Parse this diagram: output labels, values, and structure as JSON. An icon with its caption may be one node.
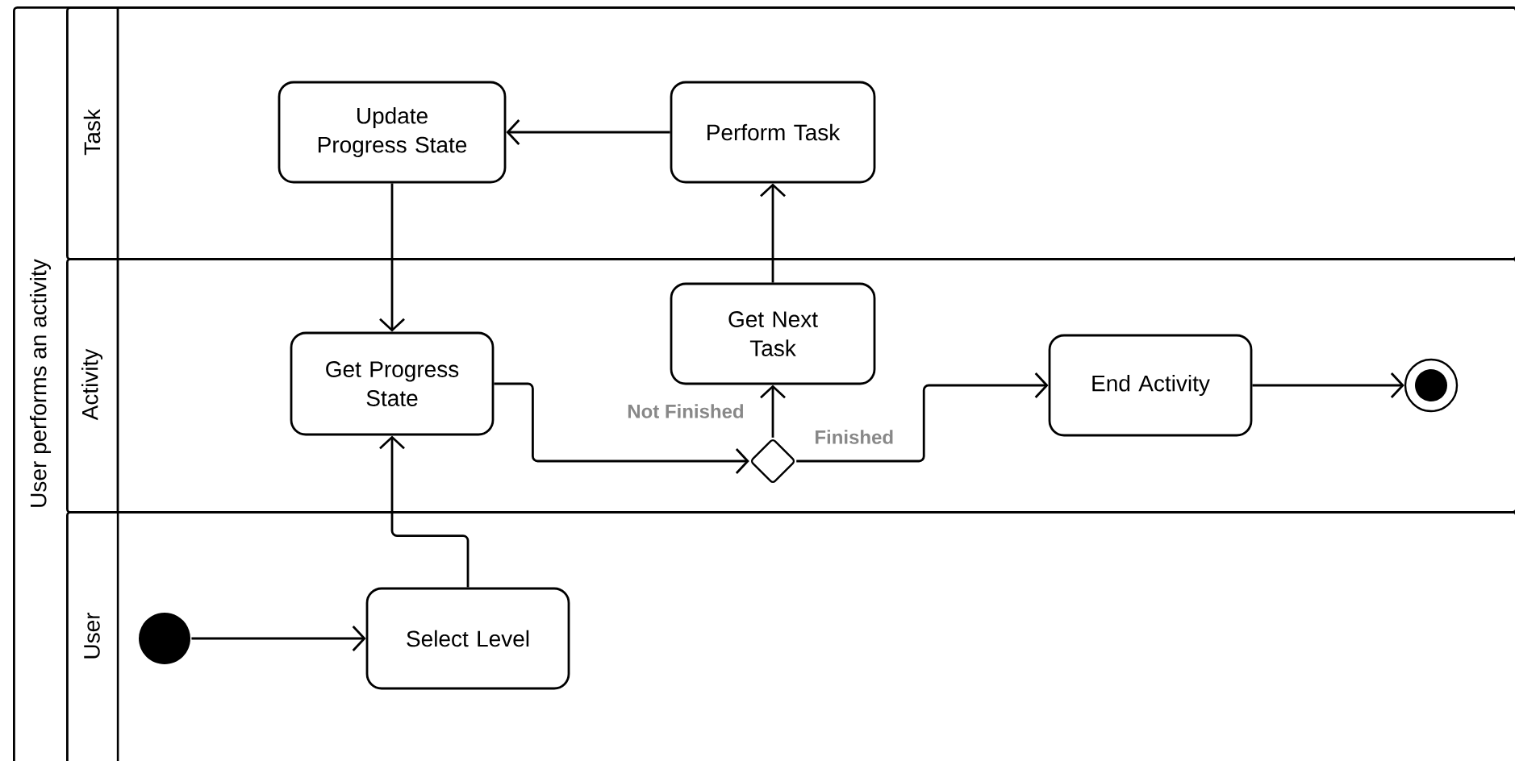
{
  "diagram": {
    "nodes": [
      {
        "text": [
          "User performs an activity"
        ]
      },
      {
        "text": [
          "Task"
        ],
        "in": 0
      },
      {
        "text": [
          "Activity"
        ],
        "in": 0
      },
      {
        "text": [
          "User"
        ],
        "in": 0
      },
      {
        "text": [
          "Update Progress State"
        ],
        "in": 1
      },
      {
        "text": [
          "Perform Task"
        ],
        "in": 1
      },
      {
        "text": [
          "Get Progress State"
        ],
        "in": 2
      },
      {
        "text": [
          "Get Next Task"
        ],
        "in": 2
      },
      {
        "text": [
          "End Activity"
        ],
        "in": 2
      },
      {
        "text": [],
        "shape": "diamond",
        "in": 2
      },
      {
        "text": [],
        "shape": "circle",
        "in": 2
      },
      {
        "text": [],
        "shape": "circle",
        "in": 3
      },
      {
        "text": [
          "Select Level"
        ],
        "in": 3
      }
    ],
    "edges": [
      {
        "from": 11,
        "to": 12,
        "arrow": "to"
      },
      {
        "from": 12,
        "to": 6,
        "arrow": "to"
      },
      {
        "from": 6,
        "to": 9,
        "arrow": "to"
      },
      {
        "from": 9,
        "to": 7,
        "label": "Not Finished",
        "arrow": "to"
      },
      {
        "from": 7,
        "to": 5,
        "arrow": "to"
      },
      {
        "from": 5,
        "to": 4,
        "arrow": "to"
      },
      {
        "from": 4,
        "to": 6,
        "arrow": "to"
      },
      {
        "from": 9,
        "to": 8,
        "label": "Finished",
        "arrow": "to"
      },
      {
        "from": 8,
        "to": 10,
        "arrow": "to"
      }
    ]
  }
}
